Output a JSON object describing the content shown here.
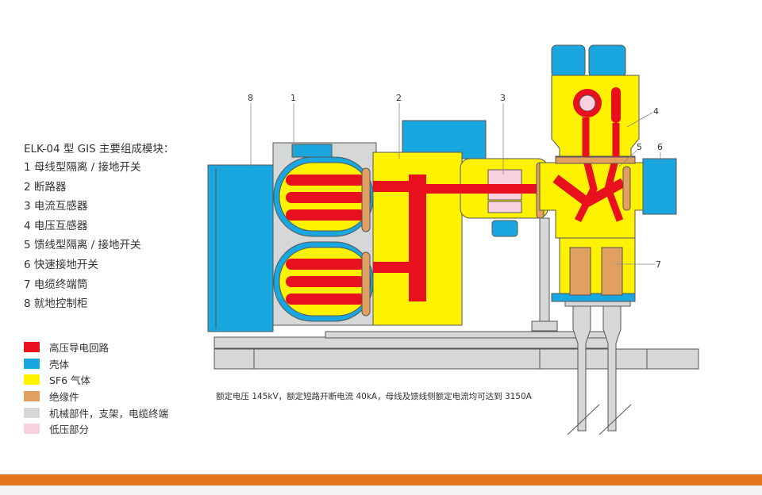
{
  "title": "ELK-04 型 GIS 主要组成模块：",
  "modules": [
    {
      "num": "1",
      "label": "母线型隔离 / 接地开关"
    },
    {
      "num": "2",
      "label": "断路器"
    },
    {
      "num": "3",
      "label": "电流互感器"
    },
    {
      "num": "4",
      "label": "电压互感器"
    },
    {
      "num": "5",
      "label": "馈线型隔离 / 接地开关"
    },
    {
      "num": "6",
      "label": "快速接地开关"
    },
    {
      "num": "7",
      "label": "电缆终端筒"
    },
    {
      "num": "8",
      "label": "就地控制柜"
    }
  ],
  "color_legend": [
    {
      "label": "高压导电回路",
      "color": "#e8101c"
    },
    {
      "label": "壳体",
      "color": "#1aa7e0"
    },
    {
      "label": "SF6 气体",
      "color": "#fff200"
    },
    {
      "label": "绝缘件",
      "color": "#e0a060"
    },
    {
      "label": "机械部件，支架，电缆终端",
      "color": "#d6d8d8"
    },
    {
      "label": "低压部分",
      "color": "#f8d0e0"
    }
  ],
  "callouts": [
    "8",
    "1",
    "2",
    "3",
    "4",
    "5",
    "6",
    "7"
  ],
  "note": "额定电压 145kV，额定短路开断电流 40kA，母线及馈线侧额定电流均可达到 3150A"
}
